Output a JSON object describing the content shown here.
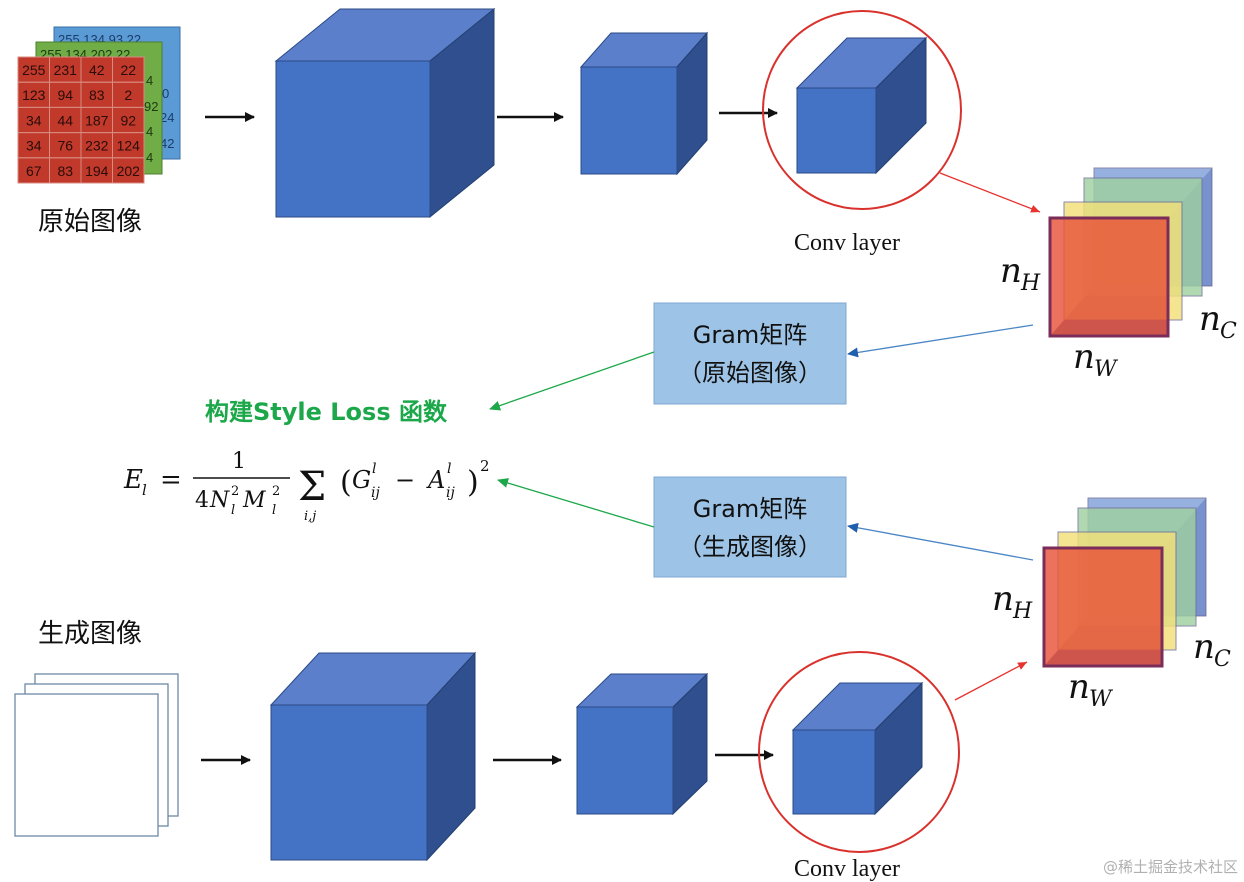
{
  "labels": {
    "original_image": "原始图像",
    "generated_image": "生成图像",
    "conv_layer_top": "Conv layer",
    "conv_layer_bottom": "Conv layer",
    "watermark": "@稀土掘金技术社区"
  },
  "gram_boxes": {
    "top": {
      "line1": "Gram矩阵",
      "line2": "（原始图像）"
    },
    "bottom": {
      "line1": "Gram矩阵",
      "line2": "（生成图像）"
    }
  },
  "style_loss": {
    "title": "构建Style Loss 函数",
    "lhs": "E",
    "lhs_sub": "l",
    "eq": "=",
    "numerator": "1",
    "denominator_prefix": "4",
    "denominator_n": "N",
    "denominator_m": "M",
    "sub_l": "l",
    "sup_2": "2",
    "sigma": "Σ",
    "sum_index": "i,j",
    "open_paren": "(",
    "close_paren": ")",
    "g": "G",
    "a": "A",
    "minus": "−",
    "sub_ij": "ij",
    "outer_sup": "2"
  },
  "dims": {
    "nh": "n",
    "nh_sub": "H",
    "nw": "n",
    "nw_sub": "W",
    "nc": "n",
    "nc_sub": "C"
  },
  "pixel_grid": {
    "front_rows": [
      [
        "255",
        "231",
        "42",
        "22"
      ],
      [
        "123",
        "94",
        "83",
        "2"
      ],
      [
        "34",
        "44",
        "187",
        "92"
      ],
      [
        "34",
        "76",
        "232",
        "124"
      ],
      [
        "67",
        "83",
        "194",
        "202"
      ]
    ],
    "green_top": "255 134 202 22",
    "green_side": [
      "4",
      "92",
      "4",
      "4"
    ],
    "blue_top": "255 134 93 22",
    "blue_side": [
      "0",
      "24",
      "42"
    ]
  },
  "colors": {
    "cube_front": "#4472c4",
    "cube_top": "#5b7fcb",
    "cube_side": "#2f4f8f",
    "red_accent": "#e8322e",
    "green_title": "#1ca84a",
    "gram_fill": "#9dc3e6",
    "grid_red": "#c0392b",
    "grid_green": "#70ad47",
    "grid_blue": "#5b9bd5"
  }
}
